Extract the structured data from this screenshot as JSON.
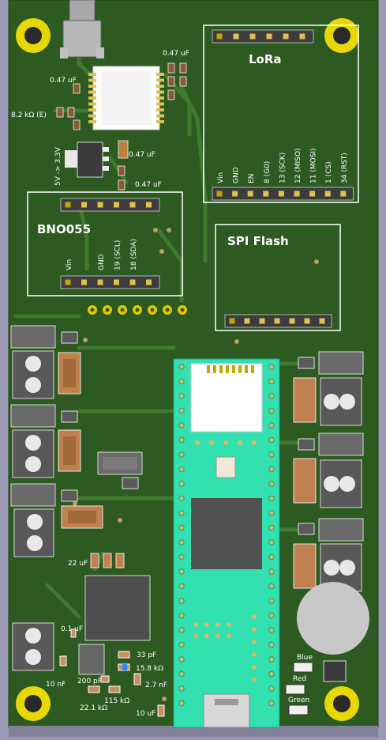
{
  "colors": {
    "background": "#9a9ab4",
    "board": "#2c5a20",
    "silkscreen": "#ffffff",
    "module": "#33e0b0",
    "pad_gold": "#c8a400",
    "ic_body": "#4a4a4a"
  },
  "modules": {
    "lora": {
      "title": "LoRa",
      "pins": [
        "Vin",
        "GND",
        "EN",
        "8 (G0)",
        "13 (SCK)",
        "12 (MISO)",
        "11 (MOSI)",
        "1 (CS)",
        "34 (RST)"
      ]
    },
    "bno055": {
      "title": "BNO055",
      "pins": [
        "Vin",
        "GND",
        "19 (SCL)",
        "18 (SDA)"
      ]
    },
    "spi_flash": {
      "title": "SPI Flash"
    }
  },
  "labels": {
    "cap_047_a": "0.47 uF",
    "cap_047_b": "0.47 uF",
    "cap_047_c": "0.47 uF",
    "cap_047_d": "0.47 uF",
    "res_82k": "8.2 kΩ (E)",
    "regulator": "5V -> 3.3V",
    "cap_22u": "22 uF",
    "cap_01u": "0.1 uF",
    "cap_10n": "10 nF",
    "cap_200p": "200 pF",
    "res_221k": "22.1 kΩ",
    "res_115k": "115 kΩ",
    "cap_33p": "33 pF",
    "res_158k": "15.8 kΩ",
    "cap_27n": "2.7 nF",
    "cap_10u": "10 uF",
    "led_blue": "Blue",
    "led_red": "Red",
    "led_green": "Green"
  }
}
